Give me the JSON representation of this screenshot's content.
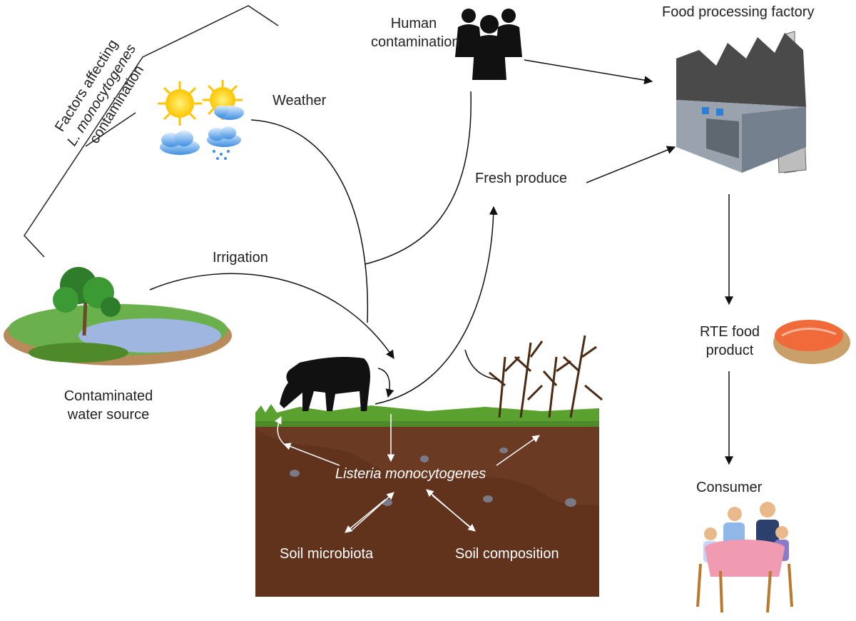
{
  "labels": {
    "factors_line1": "Factors affecting",
    "factors_line2_italic": "L. monocytogenes",
    "factors_line3": "contamination",
    "weather": "Weather",
    "human_line1": "Human",
    "human_line2": "contamination",
    "factory": "Food processing factory",
    "fresh_produce": "Fresh produce",
    "irrigation": "Irrigation",
    "water_line1": "Contaminated",
    "water_line2": "water source",
    "rte_line1": "RTE food",
    "rte_line2": "product",
    "consumer": "Consumer",
    "listeria": "Listeria monocytogenes",
    "soil_microbiota": "Soil microbiota",
    "soil_composition": "Soil composition"
  },
  "colors": {
    "soil": "#6b3a22",
    "grass": "#4f8a2a",
    "factory_roof": "#4a4a4a",
    "factory_wall": "#9aa3ad",
    "water": "#9fb6e0",
    "sun": "#ffd21f",
    "table_cloth": "#f19bb2"
  },
  "icons": [
    "sun-icon",
    "sun-cloud-icon",
    "cloud-icon",
    "rain-cloud-icon",
    "people-icon",
    "factory-icon",
    "cow-icon",
    "corn-icon",
    "pond-icon",
    "salmon-toast-icon",
    "family-table-icon"
  ]
}
